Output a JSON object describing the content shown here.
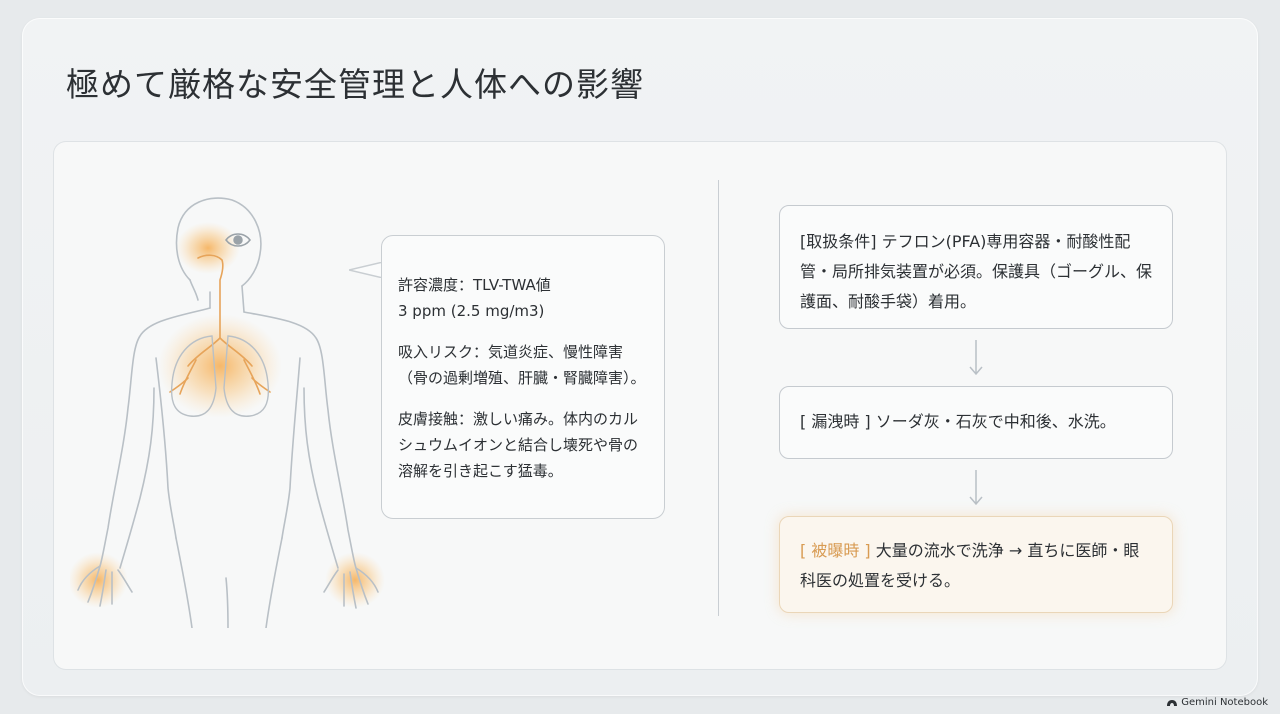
{
  "slide": {
    "title": "極めて厳格な安全管理と人体への影響"
  },
  "bubble": {
    "para1": "許容濃度：TLV-TWA値\n3 ppm (2.5 mg/m3)",
    "para2": "吸入リスク：気道炎症、慢性障害\n（骨の過剰増殖、肝臓・腎臓障害）。",
    "para3": "皮膚接触：激しい痛み。体内のカル\nシュウムイオンと結合し壊死や骨の\n溶解を引き起こす猛毒。"
  },
  "steps": [
    {
      "tag": "[取扱条件]",
      "text": " テフロン(PFA)専用容器・耐酸性配管・局所排気装置が必須。保護具（ゴーグル、保護面、耐酸手袋）着用。"
    },
    {
      "tag": "[ 漏洩時 ]",
      "text": " ソーダ灰・石灰で中和後、水洗。"
    },
    {
      "tag": "[ 被曝時 ]",
      "text": " 大量の流水で洗浄 → 直ちに医師・眼科医の処置を受ける。"
    }
  ],
  "brand": {
    "label": "Gemini Notebook"
  },
  "colors": {
    "highlight": "#d89b52",
    "glow": "#f6b462",
    "outline": "#b9c0c6"
  }
}
